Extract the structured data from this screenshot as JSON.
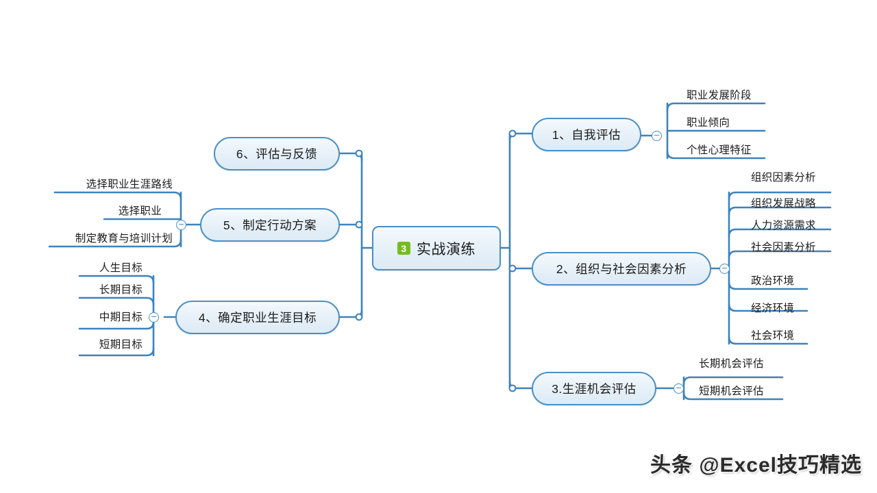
{
  "diagram": {
    "type": "mind-map",
    "title": "实战演练",
    "root": {
      "label": "实战演练",
      "badge": "3",
      "badge_color": "#76bc21"
    },
    "colors": {
      "connector": "#3d82bd",
      "node_border": "#4a8fc4",
      "node_fill": "#e9f2fa",
      "text": "#1b1b1b",
      "background": "#ffffff"
    },
    "branches_right": [
      {
        "label": "1、自我评估",
        "collapse_toggle": "−",
        "children": [
          "职业发展阶段",
          "职业倾向",
          "个性心理特征"
        ]
      },
      {
        "label": "2、组织与社会因素分析",
        "collapse_toggle": "−",
        "children": [
          "组织因素分析",
          "组织发展战略",
          "人力资源需求",
          "社会因素分析",
          "政治环境",
          "经济环境",
          "社会环境"
        ]
      },
      {
        "label": "3.生涯机会评估",
        "collapse_toggle": "−",
        "children": [
          "长期机会评估",
          "短期机会评估"
        ]
      }
    ],
    "branches_left": [
      {
        "label": "6、评估与反馈",
        "collapse_toggle": "",
        "children": []
      },
      {
        "label": "5、制定行动方案",
        "collapse_toggle": "−",
        "children": [
          "选择职业生涯路线",
          "选择职业",
          "制定教育与培训计划"
        ]
      },
      {
        "label": "4、确定职业生涯目标",
        "collapse_toggle": "−",
        "children": [
          "人生目标",
          "长期目标",
          "中期目标",
          "短期目标"
        ]
      }
    ]
  },
  "watermark": {
    "text": "头条 @Excel技巧精选"
  }
}
